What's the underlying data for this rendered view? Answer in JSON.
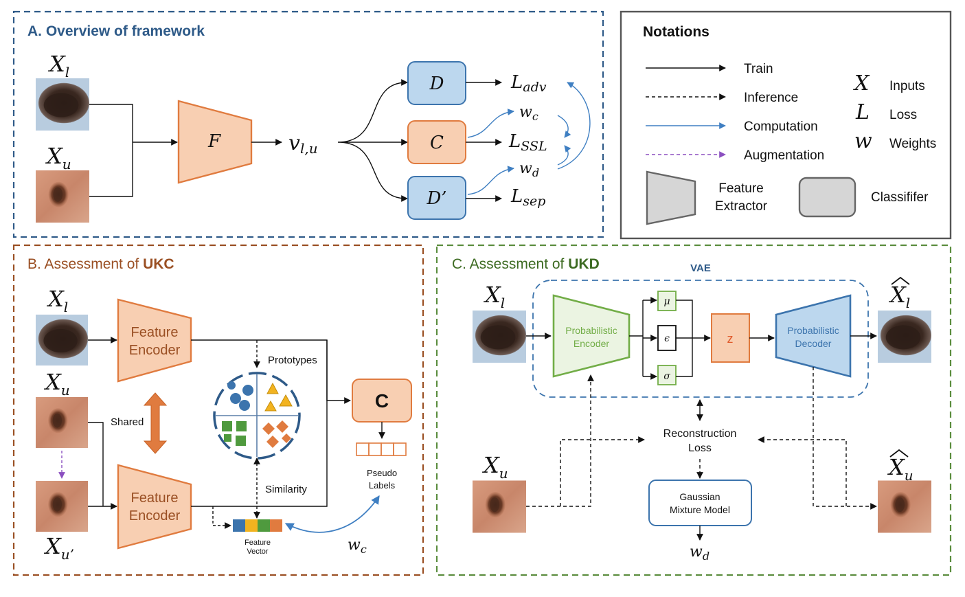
{
  "colors": {
    "blue_frame": "#2e5a88",
    "orange_frame": "#9a4f23",
    "green_frame": "#5b8d3e",
    "gray_frame": "#555555",
    "orange_fill": "#f8cfb2",
    "orange_stroke": "#e07b3f",
    "blue_fill": "#bcd7ee",
    "blue_stroke": "#3c74ad",
    "green_fill": "#ebf4e2",
    "green_stroke": "#72ad47",
    "arrow_blue": "#3f7fc2",
    "arrow_purple": "#8b4fc0"
  },
  "panel_a": {
    "title": "A. Overview of framework",
    "input_labeled": "X",
    "input_labeled_sub": "l",
    "input_unlabeled": "X",
    "input_unlabeled_sub": "u",
    "feature_extractor": "F",
    "feature": "v",
    "feature_sub": "l,u",
    "d": "D",
    "c": "C",
    "d_prime": "D’",
    "l_adv": "L",
    "l_adv_sub": "adv",
    "l_ssl": "L",
    "l_ssl_sub": "SSL",
    "l_sep": "L",
    "l_sep_sub": "sep",
    "w_c": "w",
    "w_c_sub": "c",
    "w_d": "w",
    "w_d_sub": "d"
  },
  "notations": {
    "title": "Notations",
    "train": "Train",
    "inference": "Inference",
    "computation": "Computation",
    "augmentation": "Augmentation",
    "x_symbol": "X",
    "x_label": "Inputs",
    "l_symbol": "L",
    "l_label": "Loss",
    "w_symbol": "w",
    "w_label": "Weights",
    "feature_extractor_line1": "Feature",
    "feature_extractor_line2": "Extractor",
    "classifier": "Classififer"
  },
  "panel_b": {
    "title_prefix": "B. Assessment of ",
    "title_bold": "UKC",
    "x_l": "X",
    "x_l_sub": "l",
    "x_u": "X",
    "x_u_sub": "u",
    "x_u_prime": "X",
    "x_u_prime_sub": "u’",
    "encoder_line1": "Feature",
    "encoder_line2": "Encoder",
    "shared": "Shared",
    "prototypes": "Prototypes",
    "similarity": "Similarity",
    "classifier": "C",
    "pseudo_line1": "Pseudo",
    "pseudo_line2": "Labels",
    "fv_line1": "Feature",
    "fv_line2": "Vector",
    "w_c": "w",
    "w_c_sub": "c"
  },
  "panel_c": {
    "title_prefix": "C. Assessment of ",
    "title_bold": "UKD",
    "vae": "VAE",
    "x_l": "X",
    "x_l_sub": "l",
    "x_u": "X",
    "x_u_sub": "u",
    "xhat_l": "X",
    "xhat_l_sub": "l",
    "xhat_u": "X",
    "xhat_u_sub": "u",
    "enc_line1": "Probabilistic",
    "enc_line2": "Encoder",
    "dec_line1": "Probabilistic",
    "dec_line2": "Decoder",
    "mu": "μ",
    "eps": "ϵ",
    "sigma": "σ",
    "z": "z",
    "recon_line1": "Reconstruction",
    "recon_line2": "Loss",
    "gmm_line1": "Gaussian",
    "gmm_line2": "Mixture Model",
    "w_d": "w",
    "w_d_sub": "d"
  }
}
